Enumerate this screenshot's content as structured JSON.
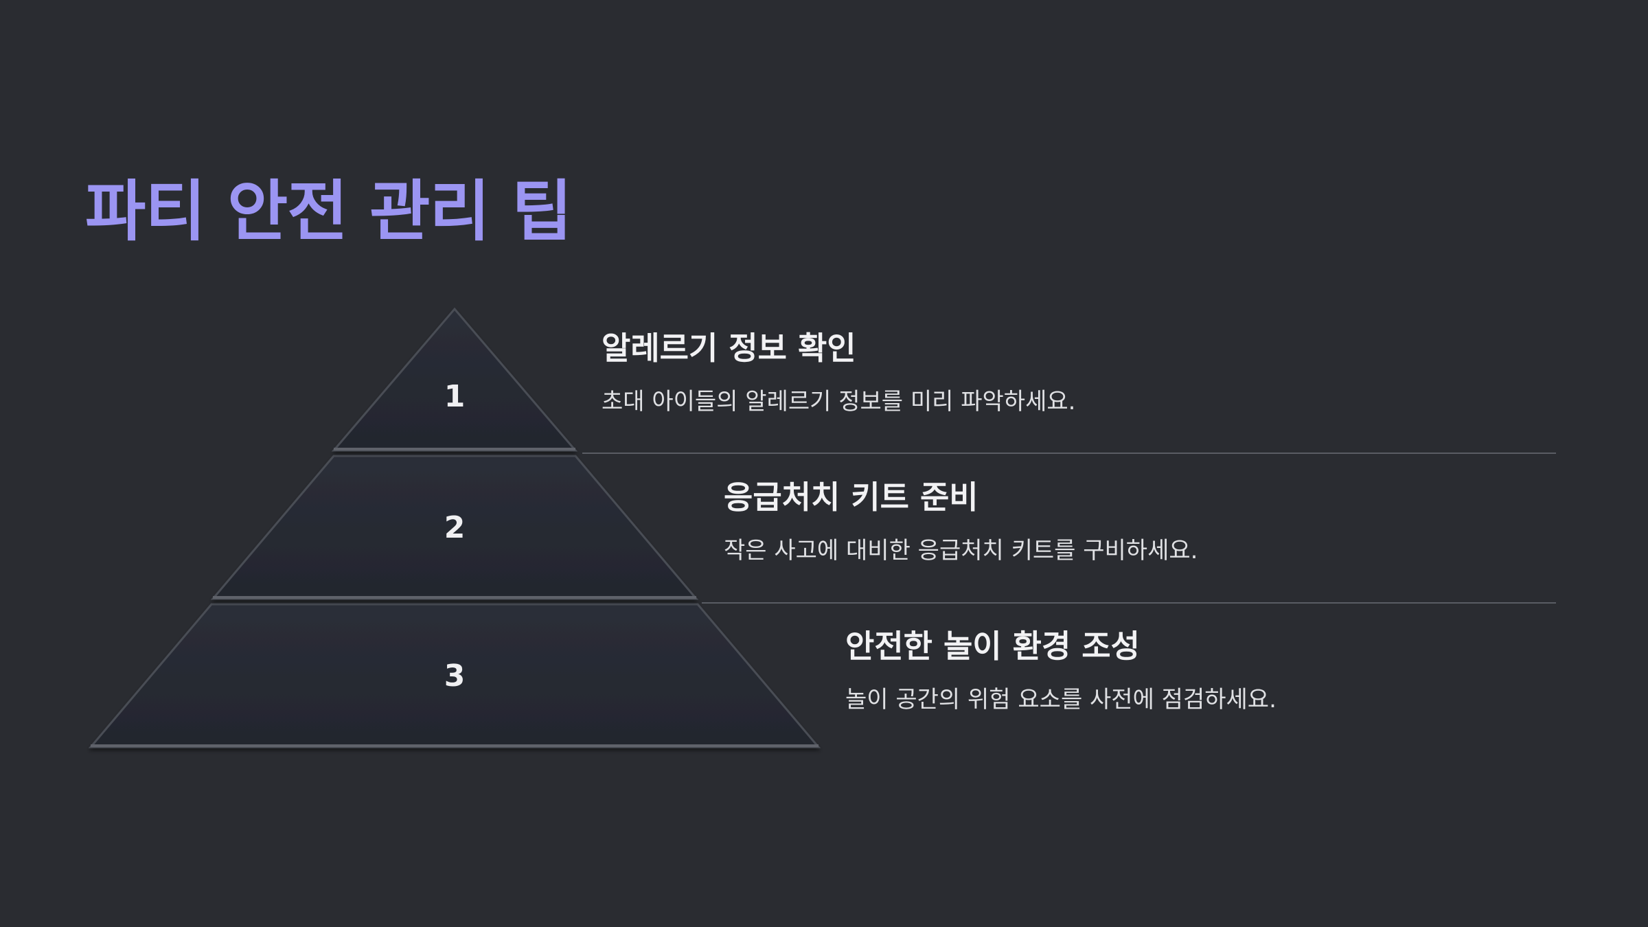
{
  "title": "파티 안전 관리 팁",
  "colors": {
    "background": "#2a2c31",
    "title": "#9b95f2",
    "pyramid_fill": "#262933",
    "text": "#f2f2f4"
  },
  "levels": [
    {
      "number": "1",
      "heading": "알레르기 정보 확인",
      "description": "초대 아이들의 알레르기 정보를 미리 파악하세요."
    },
    {
      "number": "2",
      "heading": "응급처치 키트 준비",
      "description": "작은 사고에 대비한 응급처치 키트를 구비하세요."
    },
    {
      "number": "3",
      "heading": "안전한 놀이 환경 조성",
      "description": "놀이 공간의 위험 요소를 사전에 점검하세요."
    }
  ]
}
